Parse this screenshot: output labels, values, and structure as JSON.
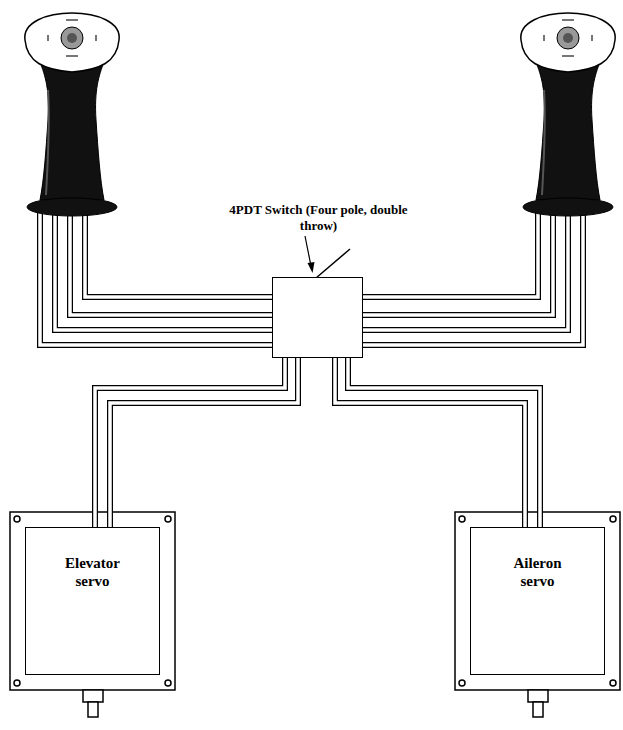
{
  "diagram": {
    "nodes": [
      {
        "text": [
          "4PDT Switch (Four pole, double throw)"
        ]
      },
      {
        "text": [
          "Elevator servo"
        ]
      },
      {
        "text": [
          "Aileron servo"
        ]
      }
    ],
    "edges": [
      {
        "from": 0,
        "to": 1,
        "arrow": "none"
      },
      {
        "from": 0,
        "to": 2,
        "arrow": "none"
      }
    ]
  }
}
